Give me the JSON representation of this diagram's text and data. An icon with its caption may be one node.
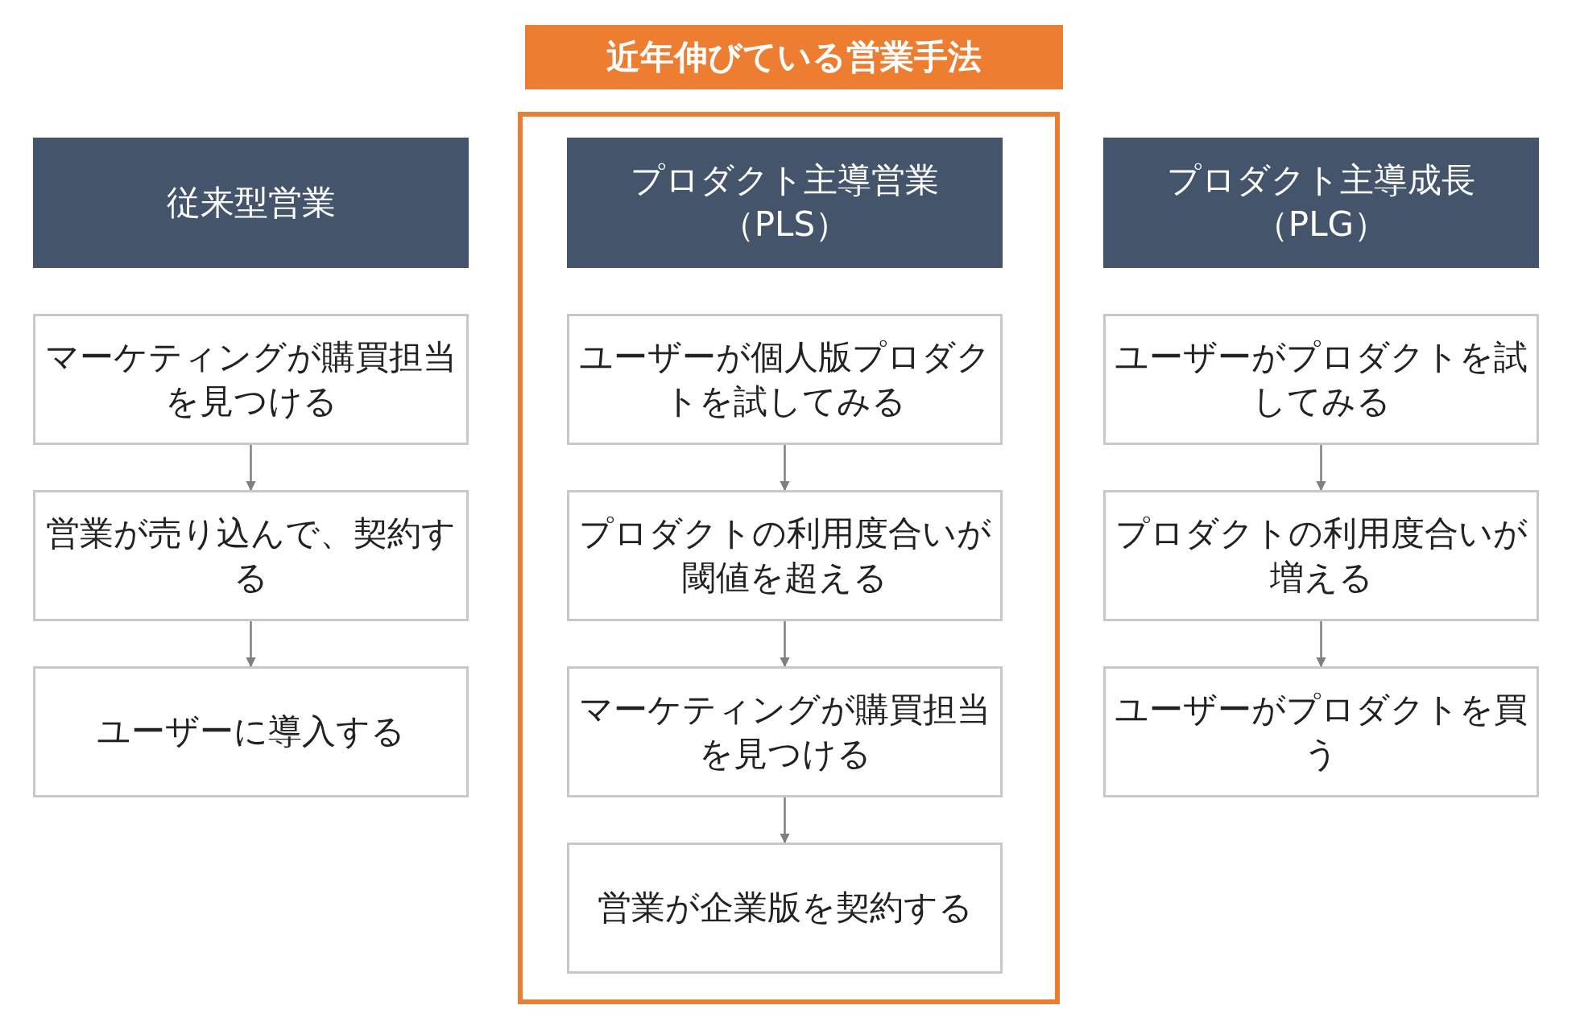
{
  "diagram": {
    "nodes": [
      {
        "text": [
          "従来型営業"
        ]
      },
      {
        "text": [
          "マーケティングが購買担当を見つける"
        ]
      },
      {
        "text": [
          "営業が売り込んで、契約する"
        ]
      },
      {
        "text": [
          "ユーザーに導入する"
        ]
      },
      {
        "text": [
          "近年伸びている営業手法"
        ]
      },
      {
        "text": [
          "プロダクト主導営業（PLS）"
        ],
        "in": 4
      },
      {
        "text": [
          "ユーザーが個人版プロダクトを試してみる"
        ],
        "in": 4
      },
      {
        "text": [
          "プロダクトの利用度合いが閾値を超える"
        ],
        "in": 4
      },
      {
        "text": [
          "マーケティングが購買担当を見つける"
        ],
        "in": 4
      },
      {
        "text": [
          "営業が企業版を契約する"
        ],
        "in": 4
      },
      {
        "text": [
          "プロダクト主導成長（PLG）"
        ]
      },
      {
        "text": [
          "ユーザーがプロダクトを試してみる"
        ]
      },
      {
        "text": [
          "プロダクトの利用度合いが増える"
        ]
      },
      {
        "text": [
          "ユーザーがプロダクトを買う"
        ]
      }
    ],
    "edges": [
      {
        "from": 1,
        "to": 2,
        "arrow": "to"
      },
      {
        "from": 2,
        "to": 3,
        "arrow": "to"
      },
      {
        "from": 6,
        "to": 7,
        "arrow": "to"
      },
      {
        "from": 7,
        "to": 8,
        "arrow": "to"
      },
      {
        "from": 8,
        "to": 9,
        "arrow": "to"
      },
      {
        "from": 11,
        "to": 12,
        "arrow": "to"
      },
      {
        "from": 12,
        "to": 13,
        "arrow": "to"
      }
    ]
  }
}
